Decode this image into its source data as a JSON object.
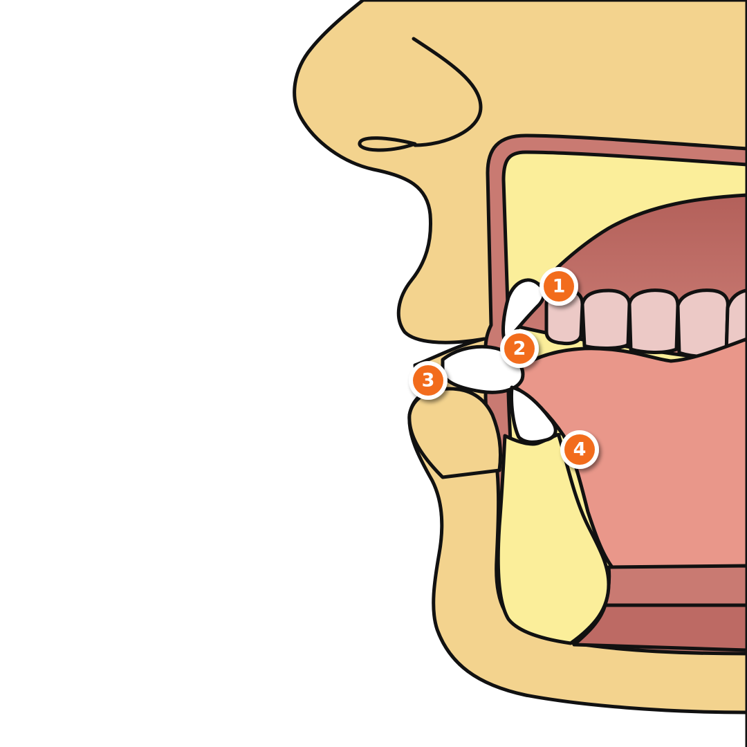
{
  "diagram": {
    "subject": "sagittal-mouth-cross-section",
    "colors": {
      "skin": "#f3d38e",
      "mouth_interior": "#fbee9a",
      "gum": "#c97a72",
      "palate": "#b8665f",
      "tongue": "#e9978a",
      "upper_teeth": "#ecc9c6",
      "tooth": "#ffffff",
      "marker_fill": "#f26c1d",
      "marker_ring": "#ffffff",
      "outline": "#111111"
    },
    "markers": [
      {
        "label": "1"
      },
      {
        "label": "2"
      },
      {
        "label": "3"
      },
      {
        "label": "4"
      }
    ]
  }
}
